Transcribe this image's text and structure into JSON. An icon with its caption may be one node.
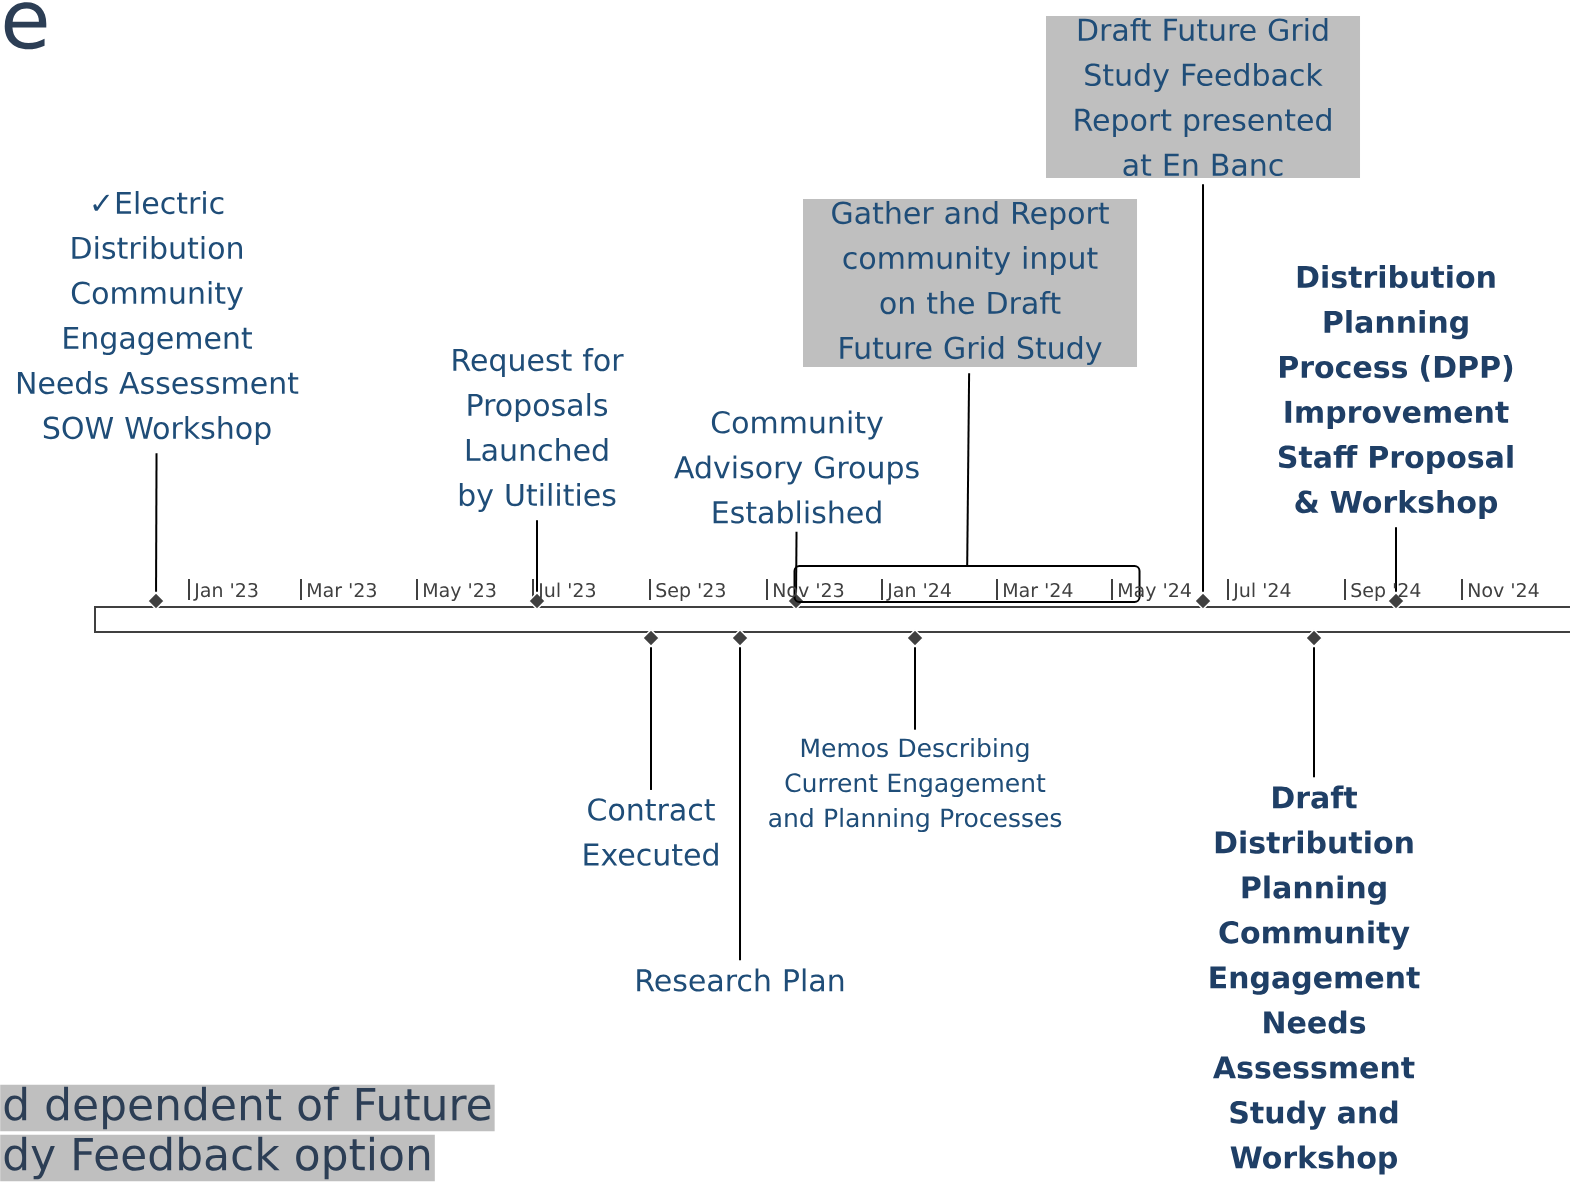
{
  "diagram": {
    "nodes": [
      {
        "text": [
          "✓Electric Distribution Community Engagement Needs Assessment SOW Workshop"
        ]
      },
      {
        "text": [],
        "shape": "diamond"
      },
      {
        "text": [
          "Request for Proposals Launched by Utilities"
        ]
      },
      {
        "text": [],
        "shape": "diamond"
      },
      {
        "text": [
          "Community Advisory Groups Established"
        ]
      },
      {
        "text": [],
        "shape": "diamond"
      },
      {
        "text": [
          "Gather and Report community input on the Draft Future Grid Study"
        ]
      },
      {
        "text": [],
        "shape": "box"
      },
      {
        "text": [
          "Draft Future Grid Study Feedback Report presented at En Banc"
        ]
      },
      {
        "text": [],
        "shape": "diamond"
      },
      {
        "text": [
          "Distribution Planning Process (DPP) Improvement Staff Proposal & Workshop"
        ]
      },
      {
        "text": [],
        "shape": "diamond"
      },
      {
        "text": [
          "Contract Executed"
        ]
      },
      {
        "text": [],
        "shape": "diamond"
      },
      {
        "text": [
          "Research Plan"
        ]
      },
      {
        "text": [],
        "shape": "diamond"
      },
      {
        "text": [
          "Memos Describing Current Engagement and Planning Processes"
        ]
      },
      {
        "text": [],
        "shape": "diamond"
      },
      {
        "text": [
          "Draft Distribution Planning Community Engagement Needs Assessment Study and Workshop"
        ]
      },
      {
        "text": [],
        "shape": "diamond"
      }
    ],
    "edges": [
      {
        "from": 0,
        "to": 1,
        "arrow": "none"
      },
      {
        "from": 2,
        "to": 3,
        "arrow": "none"
      },
      {
        "from": 4,
        "to": 5,
        "arrow": "none"
      },
      {
        "from": 6,
        "to": 7,
        "arrow": "none"
      },
      {
        "from": 8,
        "to": 9,
        "arrow": "none"
      },
      {
        "from": 10,
        "to": 11,
        "arrow": "none"
      },
      {
        "from": 12,
        "to": 13,
        "arrow": "none"
      },
      {
        "from": 14,
        "to": 15,
        "arrow": "none"
      },
      {
        "from": 16,
        "to": 17,
        "arrow": "none"
      },
      {
        "from": 18,
        "to": 19,
        "arrow": "none"
      }
    ],
    "labels": [
      "e",
      "Jan '23",
      "Mar '23",
      "May '23",
      "Jul '23",
      "Sep '23",
      "Nov '23",
      "Jan '24",
      "Mar '24",
      "May '24",
      "Jul '24",
      "Sep '24",
      "Nov '24",
      "d dependent of Future",
      "dy Feedback option"
    ]
  }
}
